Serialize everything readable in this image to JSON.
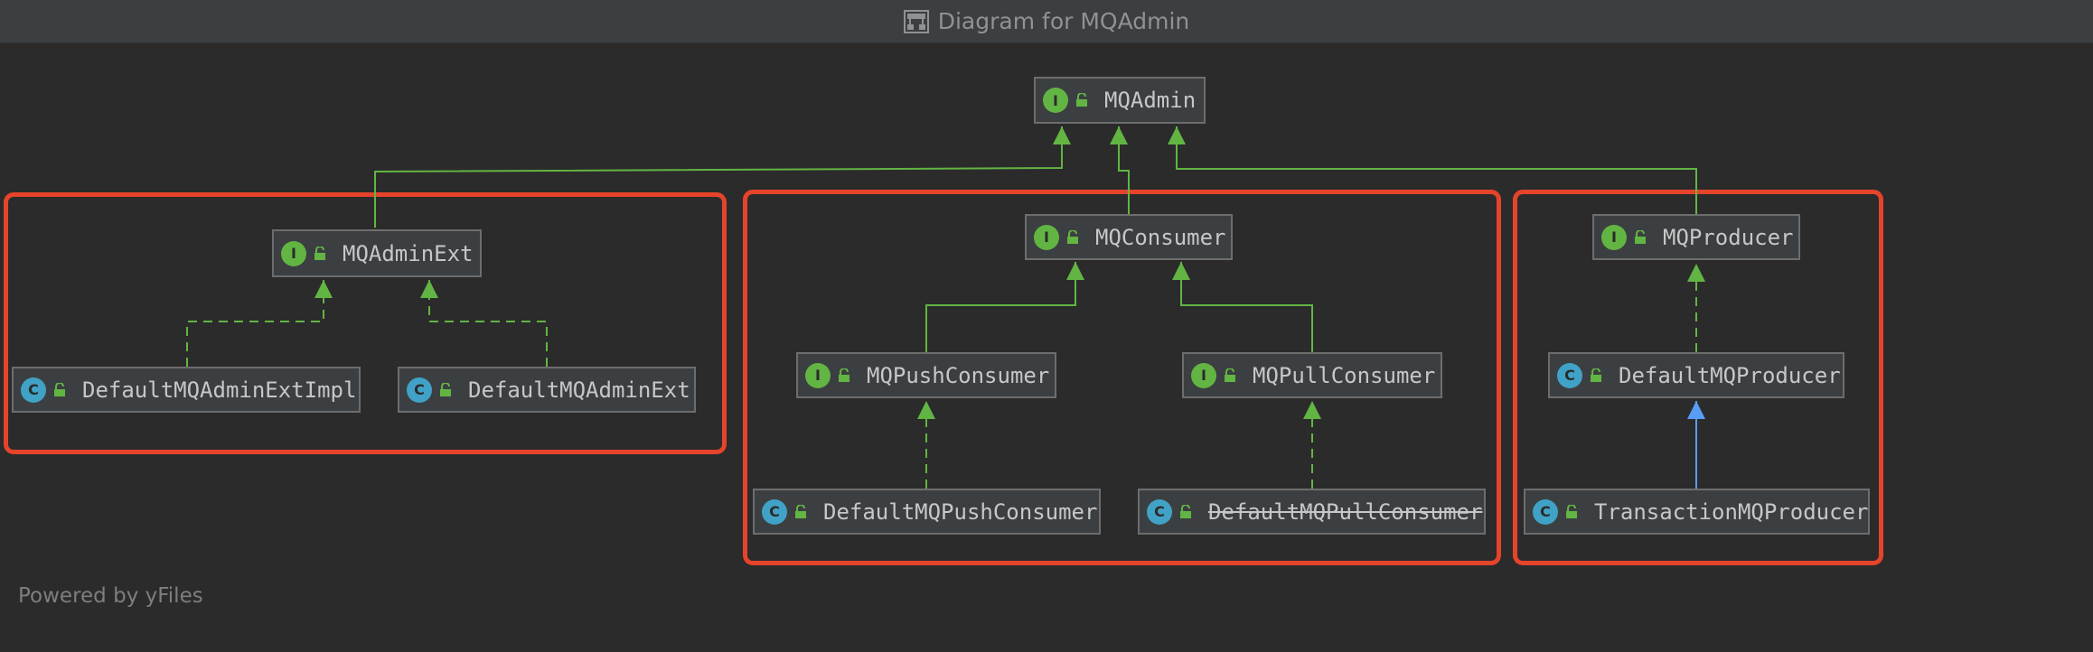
{
  "window": {
    "title": "Diagram for MQAdmin",
    "title_icon": "diagram-icon"
  },
  "footer": {
    "text": "Powered by yFiles"
  },
  "nodes": {
    "mqadmin": {
      "kind": "I",
      "name": "MQAdmin"
    },
    "mqadminext": {
      "kind": "I",
      "name": "MQAdminExt"
    },
    "defaultmqadminextimpl": {
      "kind": "C",
      "name": "DefaultMQAdminExtImpl"
    },
    "defaultmqadminext": {
      "kind": "C",
      "name": "DefaultMQAdminExt"
    },
    "mqconsumer": {
      "kind": "I",
      "name": "MQConsumer"
    },
    "mqpushconsumer": {
      "kind": "I",
      "name": "MQPushConsumer"
    },
    "mqpullconsumer": {
      "kind": "I",
      "name": "MQPullConsumer"
    },
    "defaultmqpushconsumer": {
      "kind": "C",
      "name": "DefaultMQPushConsumer"
    },
    "defaultmqpullconsumer": {
      "kind": "C",
      "name": "DefaultMQPullConsumer",
      "deprecated": true
    },
    "mqproducer": {
      "kind": "I",
      "name": "MQProducer"
    },
    "defaultmqproducer": {
      "kind": "C",
      "name": "DefaultMQProducer"
    },
    "transactionmqproducer": {
      "kind": "C",
      "name": "TransactionMQProducer"
    }
  },
  "colors": {
    "background": "#2b2b2b",
    "extends_edge": "#62b543",
    "implements_edge": "#62b543",
    "class_extends_edge": "#589df6",
    "highlight_box": "#e5442b"
  }
}
